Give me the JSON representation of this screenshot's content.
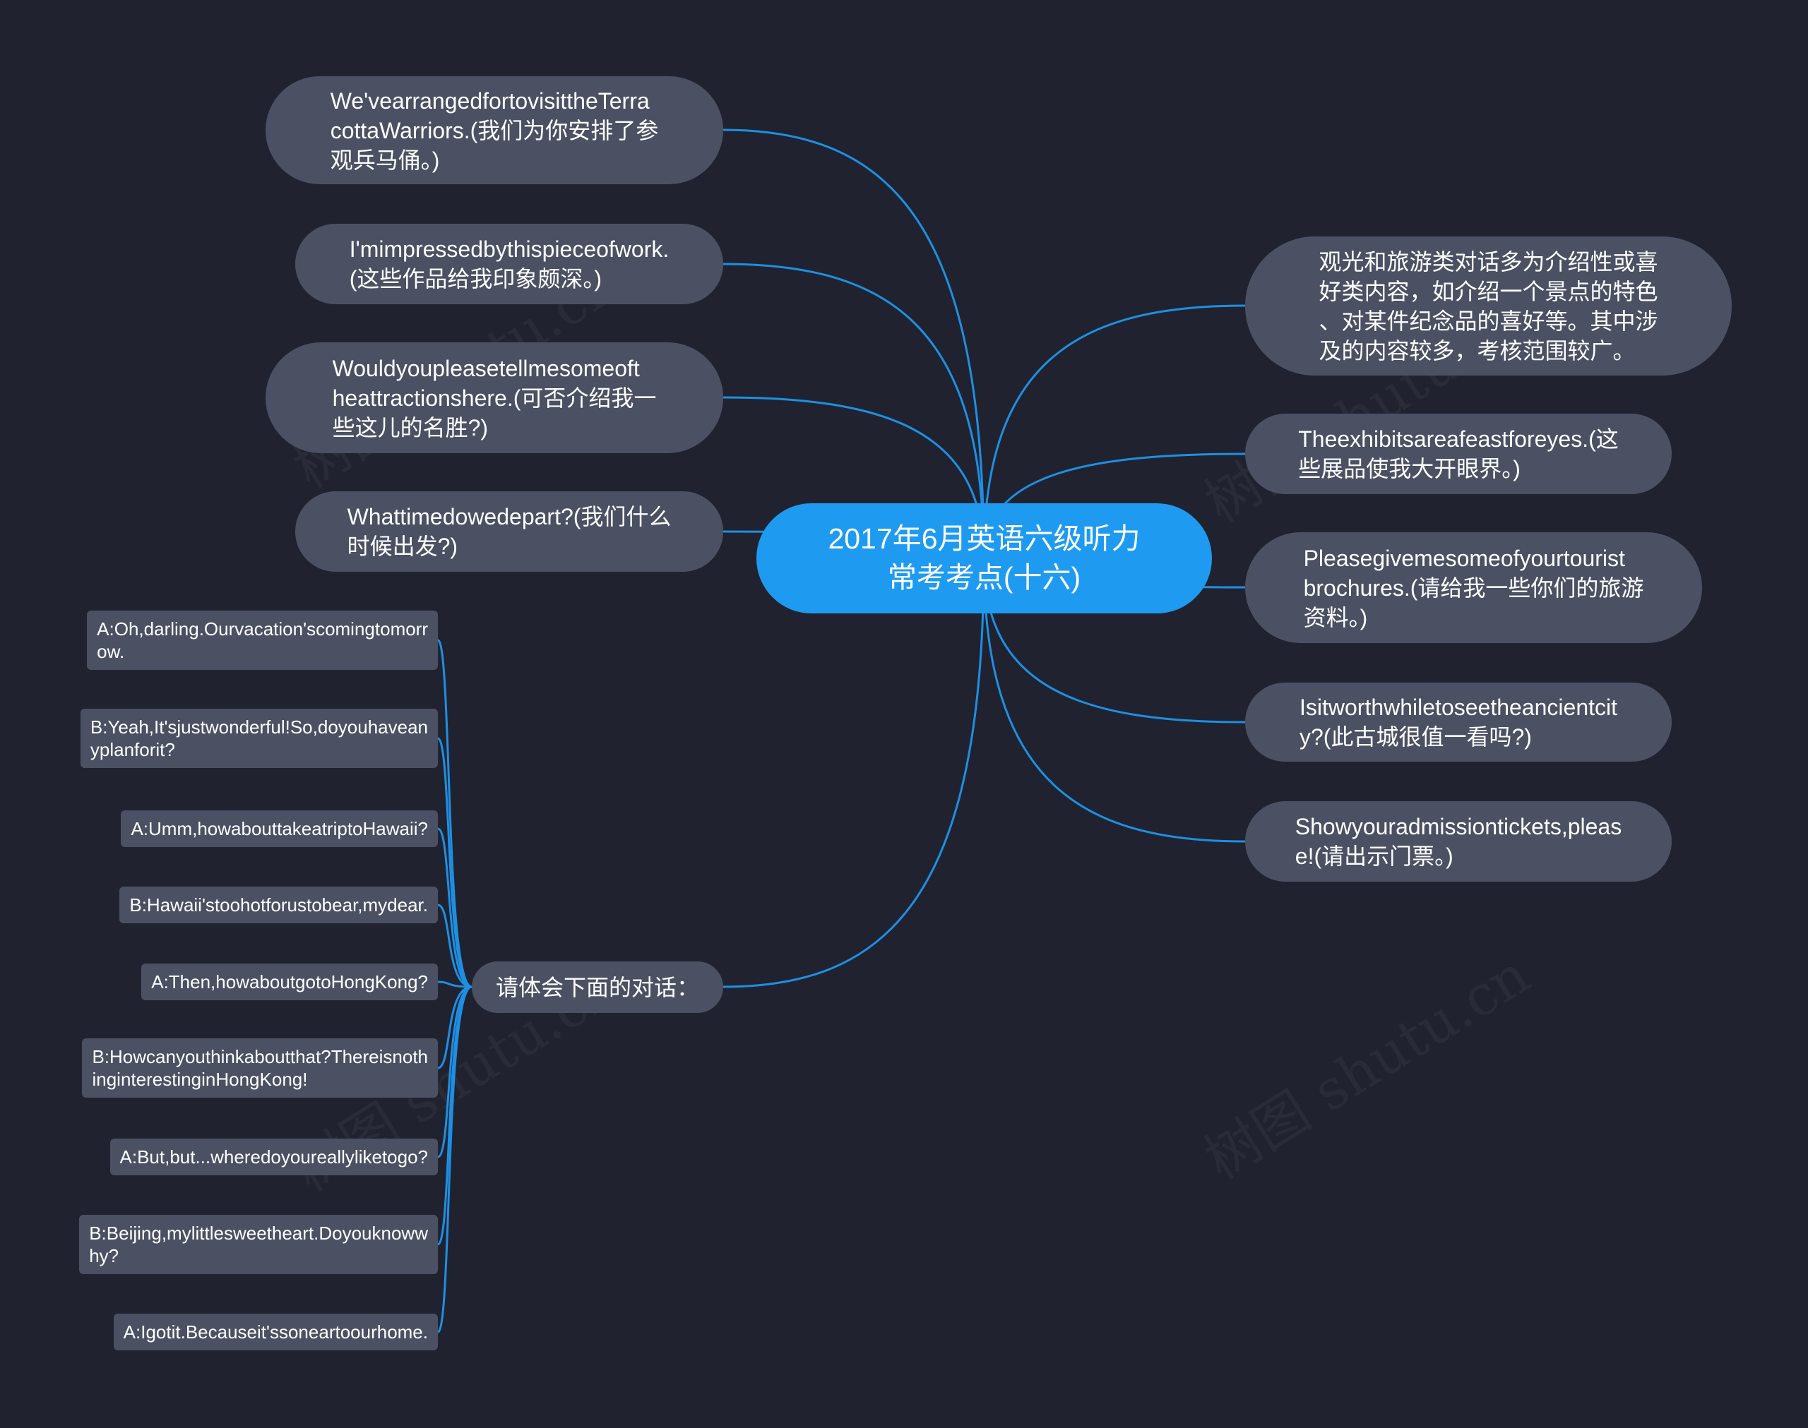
{
  "colors": {
    "background": "#20232f",
    "center_node": "#1e9bf0",
    "node": "#4b5163",
    "connector": "#1e8fe3",
    "text": "#ffffff"
  },
  "watermark": {
    "text": "树图 shutu.cn"
  },
  "center": {
    "lines": [
      "2017年6月英语六级听力",
      "常考考点(十六)"
    ]
  },
  "left_nodes": [
    {
      "lines": [
        "We'vearrangedfortovisittheTerra",
        "cottaWarriors.(我们为你安排了参",
        "观兵马俑。)"
      ]
    },
    {
      "lines": [
        "I'mimpressedbythispieceofwork.",
        "(这些作品给我印象颇深。)"
      ]
    },
    {
      "lines": [
        "Wouldyoupleasetellmesomeoft",
        "heattractionshere.(可否介绍我一",
        "些这儿的名胜?)"
      ]
    },
    {
      "lines": [
        "Whattimedowedepart?(我们什么",
        "时候出发?)"
      ]
    },
    {
      "lines": [
        "请体会下面的对话："
      ]
    }
  ],
  "right_nodes": [
    {
      "lines": [
        "观光和旅游类对话多为介绍性或喜",
        "好类内容，如介绍一个景点的特色",
        "、对某件纪念品的喜好等。其中涉",
        "及的内容较多，考核范围较广。"
      ]
    },
    {
      "lines": [
        "Theexhibitsareafeastforeyes.(这",
        "些展品使我大开眼界。)"
      ]
    },
    {
      "lines": [
        "Pleasegivemesomeofyourtourist",
        "brochures.(请给我一些你们的旅游",
        "资料。)"
      ]
    },
    {
      "lines": [
        "Isitworthwhiletoseetheancientcit",
        "y?(此古城很值一看吗?)"
      ]
    },
    {
      "lines": [
        "Showyouradmissiontickets,pleas",
        "e!(请出示门票。)"
      ]
    }
  ],
  "dialogue": [
    {
      "lines": [
        "A:Oh,darling.Ourvacation'scomingtomorr",
        "ow."
      ]
    },
    {
      "lines": [
        "B:Yeah,It'sjustwonderful!So,doyouhavean",
        "yplanforit?"
      ]
    },
    {
      "lines": [
        "A:Umm,howabouttakeatriptoHawaii?"
      ]
    },
    {
      "lines": [
        "B:Hawaii'stoohotforustobear,mydear."
      ]
    },
    {
      "lines": [
        "A:Then,howaboutgotoHongKong?"
      ]
    },
    {
      "lines": [
        "B:Howcanyouthinkaboutthat?Thereisnoth",
        "inginterestinginHongKong!"
      ]
    },
    {
      "lines": [
        "A:But,but...wheredoyoureallyliketogo?"
      ]
    },
    {
      "lines": [
        "B:Beijing,mylittlesweetheart.Doyouknoww",
        "hy?"
      ]
    },
    {
      "lines": [
        "A:Igotit.Becauseit'ssoneartoourhome."
      ]
    }
  ]
}
